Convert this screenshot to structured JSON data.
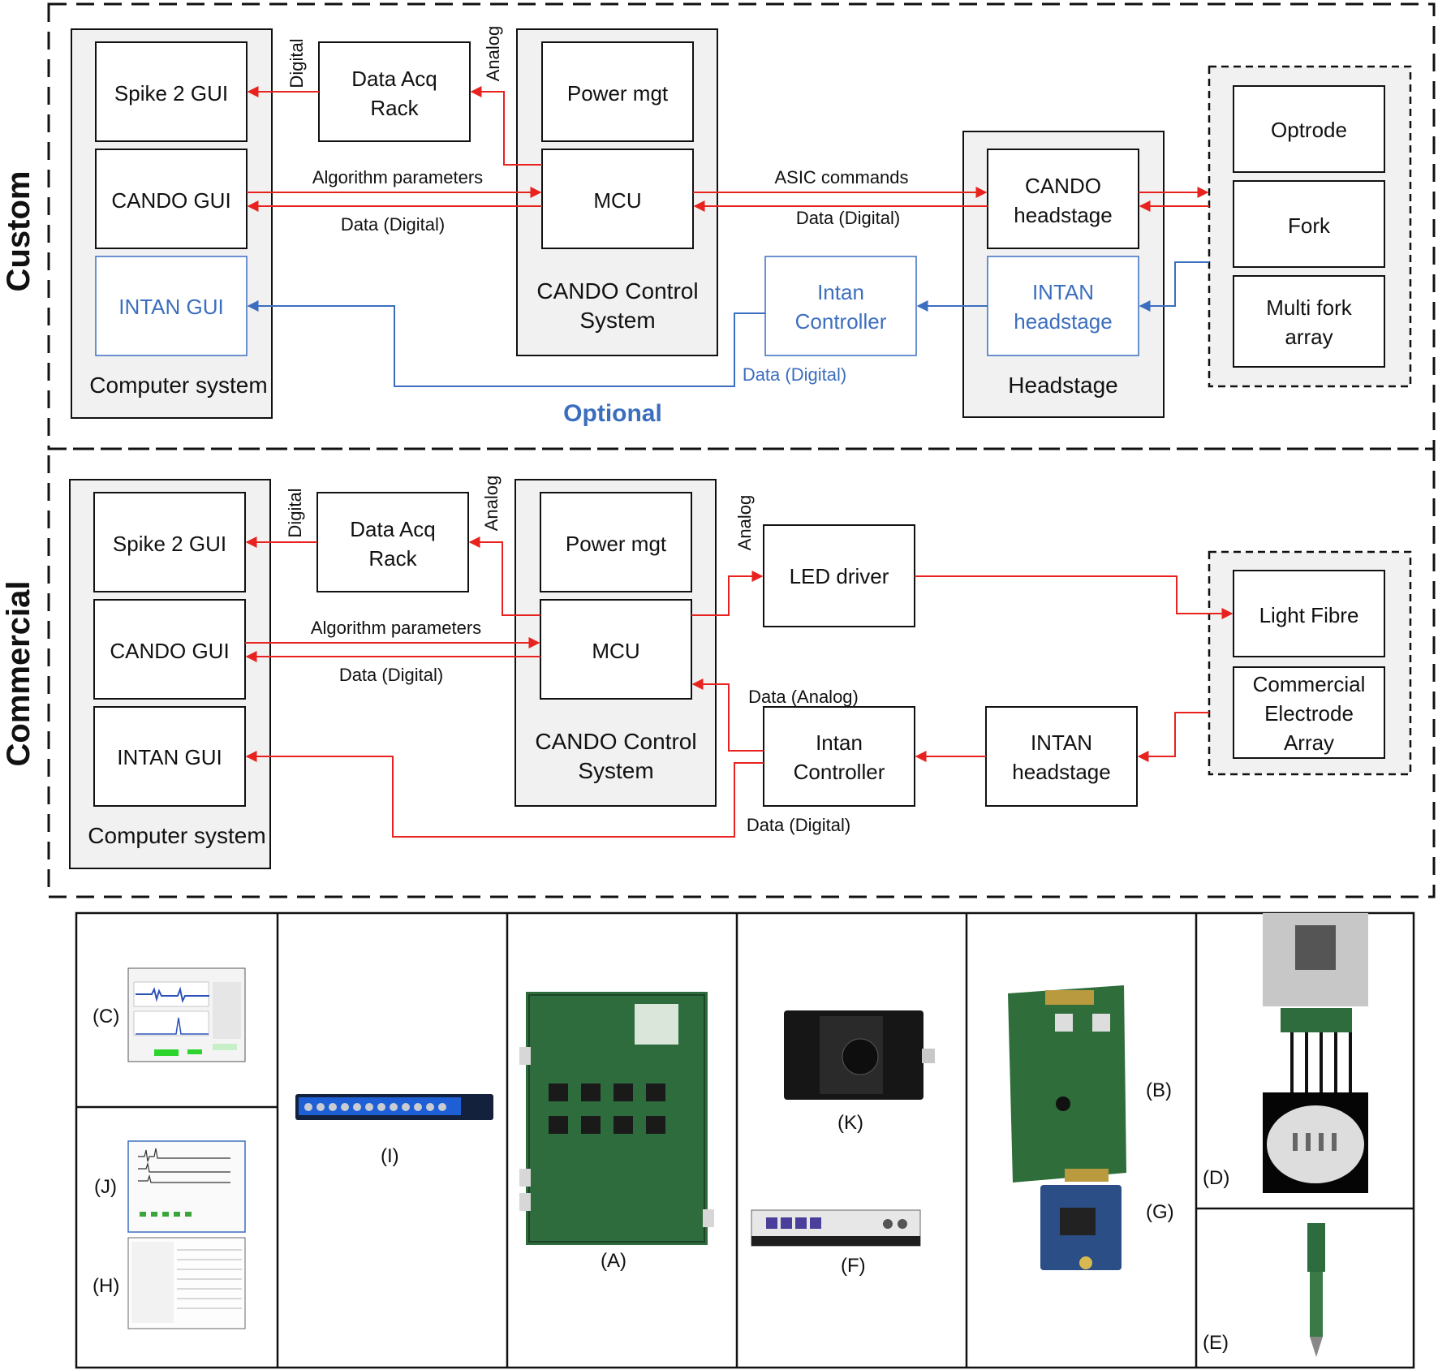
{
  "colors": {
    "signal": "#e8231f",
    "optional": "#3c6ebf",
    "block_fill": "#f1f1f1",
    "stroke": "#111111"
  },
  "sections": {
    "custom": "Custom",
    "commercial": "Commercial"
  },
  "custom": {
    "computer": {
      "spike2": "Spike 2 GUI",
      "cando_gui": "CANDO GUI",
      "intan_gui": "INTAN GUI",
      "title": "Computer system"
    },
    "daq": {
      "line1": "Data Acq",
      "line2": "Rack"
    },
    "control": {
      "power": "Power mgt",
      "mcu": "MCU",
      "title1": "CANDO Control",
      "title2": "System"
    },
    "intan_controller": {
      "line1": "Intan",
      "line2": "Controller"
    },
    "headstage": {
      "cando1": "CANDO",
      "cando2": "headstage",
      "intan1": "INTAN",
      "intan2": "headstage",
      "title": "Headstage"
    },
    "probes": {
      "optrode": "Optrode",
      "fork": "Fork",
      "multi1": "Multi fork",
      "multi2": "array"
    },
    "signals": {
      "digital": "Digital",
      "analog": "Analog",
      "algo": "Algorithm parameters",
      "data_digital": "Data (Digital)",
      "asic": "ASIC commands",
      "data_digital_hs": "Data (Digital)",
      "data_digital_opt": "Data (Digital)",
      "optional": "Optional"
    }
  },
  "commercial": {
    "computer": {
      "spike2": "Spike 2 GUI",
      "cando_gui": "CANDO GUI",
      "intan_gui": "INTAN GUI",
      "title": "Computer system"
    },
    "daq": {
      "line1": "Data Acq",
      "line2": "Rack"
    },
    "control": {
      "power": "Power mgt",
      "mcu": "MCU",
      "title1": "CANDO Control",
      "title2": "System"
    },
    "led_driver": "LED driver",
    "intan_controller": {
      "line1": "Intan",
      "line2": "Controller"
    },
    "intan_headstage": {
      "line1": "INTAN",
      "line2": "headstage"
    },
    "probes": {
      "fibre": "Light Fibre",
      "array1": "Commercial",
      "array2": "Electrode",
      "array3": "Array"
    },
    "signals": {
      "digital": "Digital",
      "analog": "Analog",
      "analog_led": "Analog",
      "algo": "Algorithm parameters",
      "data_digital": "Data (Digital)",
      "data_analog": "Data (Analog)",
      "data_digital_bottom": "Data (Digital)"
    }
  },
  "photos": {
    "C": "(C)",
    "J": "(J)",
    "H": "(H)",
    "I": "(I)",
    "A": "(A)",
    "K": "(K)",
    "F": "(F)",
    "B": "(B)",
    "G": "(G)",
    "D": "(D)",
    "E": "(E)"
  }
}
